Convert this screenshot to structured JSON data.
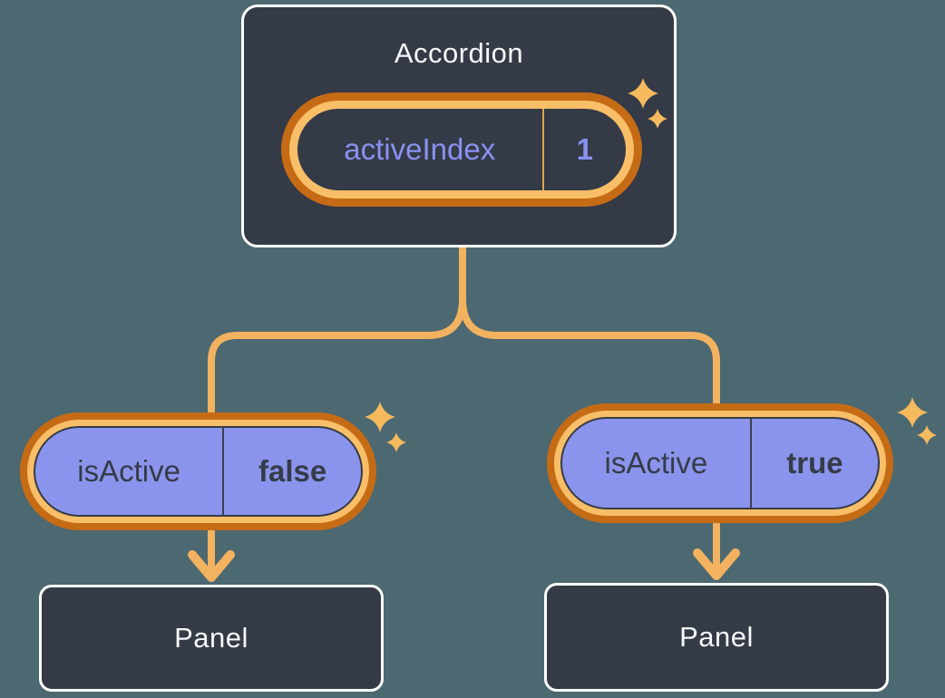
{
  "palette": {
    "background": "#4C6871",
    "node_fill": "#343A46",
    "node_border": "#FFFFFF",
    "ring_outer_orange": "#C56B15",
    "ring_inner_orange": "#F9BE68",
    "connector_orange": "#F3B25F",
    "state_divider_orange": "#E1A34A",
    "pill_purple": "#8B94EC",
    "pill_divider_dark": "#3A404C",
    "text_light": "#F7F8FA",
    "text_dark": "#353C47",
    "text_purple": "#8992F0"
  },
  "icons": {
    "sparkle": "four-point-star",
    "arrow": "down-arrow-chevron"
  },
  "accordion": {
    "title": "Accordion",
    "state": {
      "name": "activeIndex",
      "value": "1"
    }
  },
  "children": [
    {
      "prop": {
        "name": "isActive",
        "value": "false"
      },
      "panel_label": "Panel"
    },
    {
      "prop": {
        "name": "isActive",
        "value": "true"
      },
      "panel_label": "Panel"
    }
  ]
}
